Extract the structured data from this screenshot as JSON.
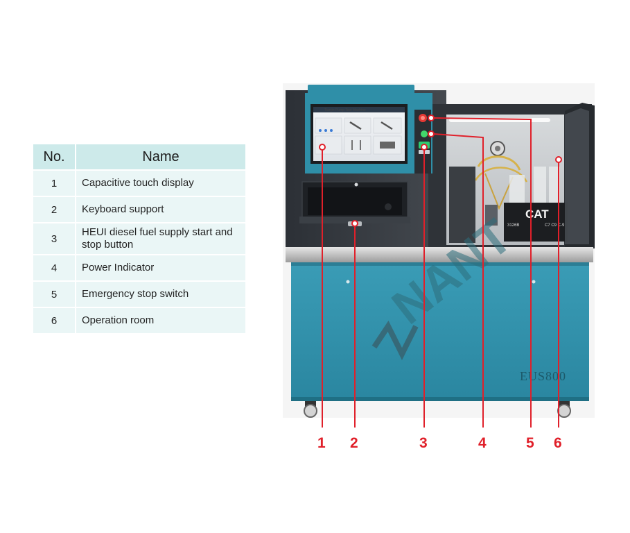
{
  "table": {
    "header_no": "No.",
    "header_name": "Name",
    "rows": [
      {
        "no": "1",
        "name": "Capacitive touch display"
      },
      {
        "no": "2",
        "name": "Keyboard support"
      },
      {
        "no": "3",
        "name": "HEUI diesel fuel supply start and stop button"
      },
      {
        "no": "4",
        "name": "Power Indicator"
      },
      {
        "no": "5",
        "name": "Emergency stop switch"
      },
      {
        "no": "6",
        "name": "Operation room"
      }
    ]
  },
  "machine": {
    "model_label": "EUS800",
    "watermark": "NANT",
    "cat_label": "CAT",
    "cat_small_left": "3126B",
    "cat_small_right": "C7 C9 C-9"
  },
  "callouts": [
    "1",
    "2",
    "3",
    "4",
    "5",
    "6"
  ],
  "colors": {
    "accent_red": "#e0202a",
    "cabinet_blue": "#2f8fa8",
    "table_header": "#cdeaea",
    "table_row": "#eaf6f6"
  }
}
